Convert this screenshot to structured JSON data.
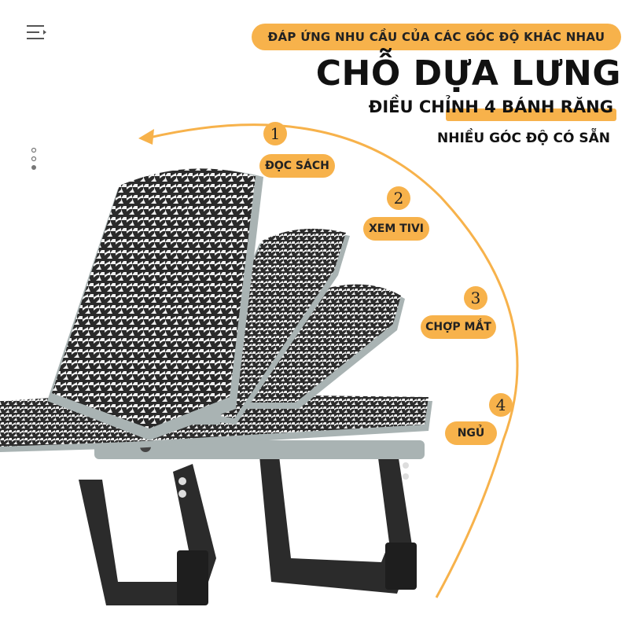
{
  "banner": {
    "text": "ĐÁP ỨNG NHU CẦU CỦA CÁC GÓC ĐỘ KHÁC NHAU"
  },
  "title": "CHỖ DỰA LƯNG",
  "subtitle": "ĐIỀU CHỈNH 4 BÁNH RĂNG",
  "note": "NHIỀU GÓC ĐỘ CÓ SẴN",
  "steps": [
    {
      "number": "1",
      "label": "ĐỌC SÁCH"
    },
    {
      "number": "2",
      "label": "XEM TIVI"
    },
    {
      "number": "3",
      "label": "CHỢP MẮT"
    },
    {
      "number": "4",
      "label": "NGỦ"
    }
  ],
  "icons": {
    "menu": "menu-icon",
    "more": "vertical-dots-icon"
  },
  "colors": {
    "accent": "#f7b24b",
    "frame": "#2b2b2b",
    "cushion_edge": "#a9b3b3",
    "fabric_dark": "#2a2a2a",
    "fabric_light": "#f2f2f2"
  }
}
